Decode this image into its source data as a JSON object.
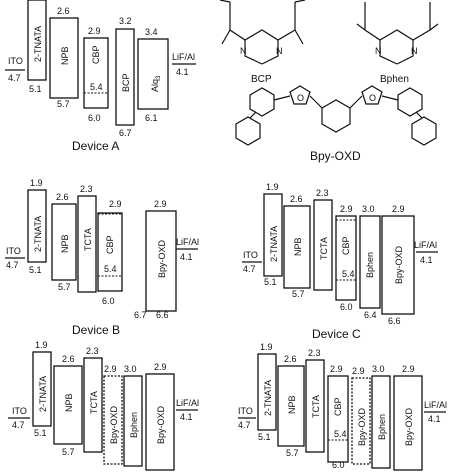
{
  "panels": {
    "A": {
      "caption": "Device A",
      "left_label": "ITO",
      "left_value": "4.7",
      "right_label": "LiF/Al",
      "right_value": "4.1",
      "layers": [
        {
          "name": "2-TNATA",
          "lumo": "",
          "homo": "5.1"
        },
        {
          "name": "NPB",
          "lumo": "2.6",
          "homo": "5.7"
        },
        {
          "name": "CBP",
          "lumo": "2.9",
          "homo": "5.4",
          "extra": "6.0"
        },
        {
          "name": "BCP",
          "lumo": "3.2",
          "homo": "6.7"
        },
        {
          "name": "Alq3",
          "lumo": "3.4",
          "homo": "6.1"
        }
      ]
    },
    "B": {
      "caption": "Device B",
      "left_label": "ITO",
      "left_value": "4.7",
      "right_label": "LiF/Al",
      "right_value": "4.1",
      "layers": [
        {
          "name": "2-TNATA",
          "lumo": "1.9",
          "homo": "5.1"
        },
        {
          "name": "NPB",
          "lumo": "2.6",
          "homo": "5.7"
        },
        {
          "name": "TCTA",
          "lumo": "2.3",
          "homo": ""
        },
        {
          "name": "CBP",
          "lumo": "2.9",
          "homo": "5.4",
          "extra": "6.0"
        },
        {
          "name": "Bpy-OXD",
          "lumo": "2.9",
          "homo": "6.6",
          "extra": "6.7"
        }
      ]
    },
    "C": {
      "caption": "Device C",
      "left_label": "ITO",
      "left_value": "4.7",
      "right_label": "LiF/Al",
      "right_value": "4.1",
      "layers": [
        {
          "name": "2-TNATA",
          "lumo": "1.9",
          "homo": "5.1"
        },
        {
          "name": "NPB",
          "lumo": "2.6",
          "homo": "5.7"
        },
        {
          "name": "TCTA",
          "lumo": "2.3",
          "homo": ""
        },
        {
          "name": "CBP",
          "lumo": "2.9",
          "homo": "5.4",
          "extra": "6.0"
        },
        {
          "name": "Bphen",
          "lumo": "3.0",
          "homo": "6.4"
        },
        {
          "name": "Bpy-OXD",
          "lumo": "2.9",
          "homo": "6.6"
        }
      ]
    },
    "D": {
      "left_label": "ITO",
      "left_value": "4.7",
      "right_label": "LiF/Al",
      "right_value": "4.1",
      "layers": [
        {
          "name": "2-TNATA",
          "lumo": "1.9",
          "homo": "5.1"
        },
        {
          "name": "NPB",
          "lumo": "2.6",
          "homo": "5.7"
        },
        {
          "name": "TCTA",
          "lumo": "2.3",
          "homo": ""
        },
        {
          "name": "Bpy-OXD",
          "lumo": "2.9",
          "homo": ""
        },
        {
          "name": "Bphen",
          "lumo": "3.0",
          "homo": ""
        },
        {
          "name": "Bpy-OXD",
          "lumo": "2.9",
          "homo": ""
        }
      ]
    },
    "E": {
      "left_label": "ITO",
      "left_value": "4.7",
      "right_label": "LiF/Al",
      "right_value": "4.1",
      "layers": [
        {
          "name": "2-TNATA",
          "lumo": "1.9",
          "homo": "5.1"
        },
        {
          "name": "NPB",
          "lumo": "2.6",
          "homo": "5.7"
        },
        {
          "name": "TCTA",
          "lumo": "2.3",
          "homo": ""
        },
        {
          "name": "CBP",
          "lumo": "2.9",
          "homo": "5.4",
          "extra": "6.0"
        },
        {
          "name": "Bpy-OXD",
          "lumo": "2.9",
          "homo": ""
        },
        {
          "name": "Bphen",
          "lumo": "3.0",
          "homo": ""
        },
        {
          "name": "Bpy-OXD",
          "lumo": "2.9",
          "homo": ""
        }
      ]
    }
  },
  "molecules": {
    "bcp": "BCP",
    "bphen": "Bphen",
    "bpyoxd": "Bpy-OXD"
  },
  "alq_sub": "3"
}
